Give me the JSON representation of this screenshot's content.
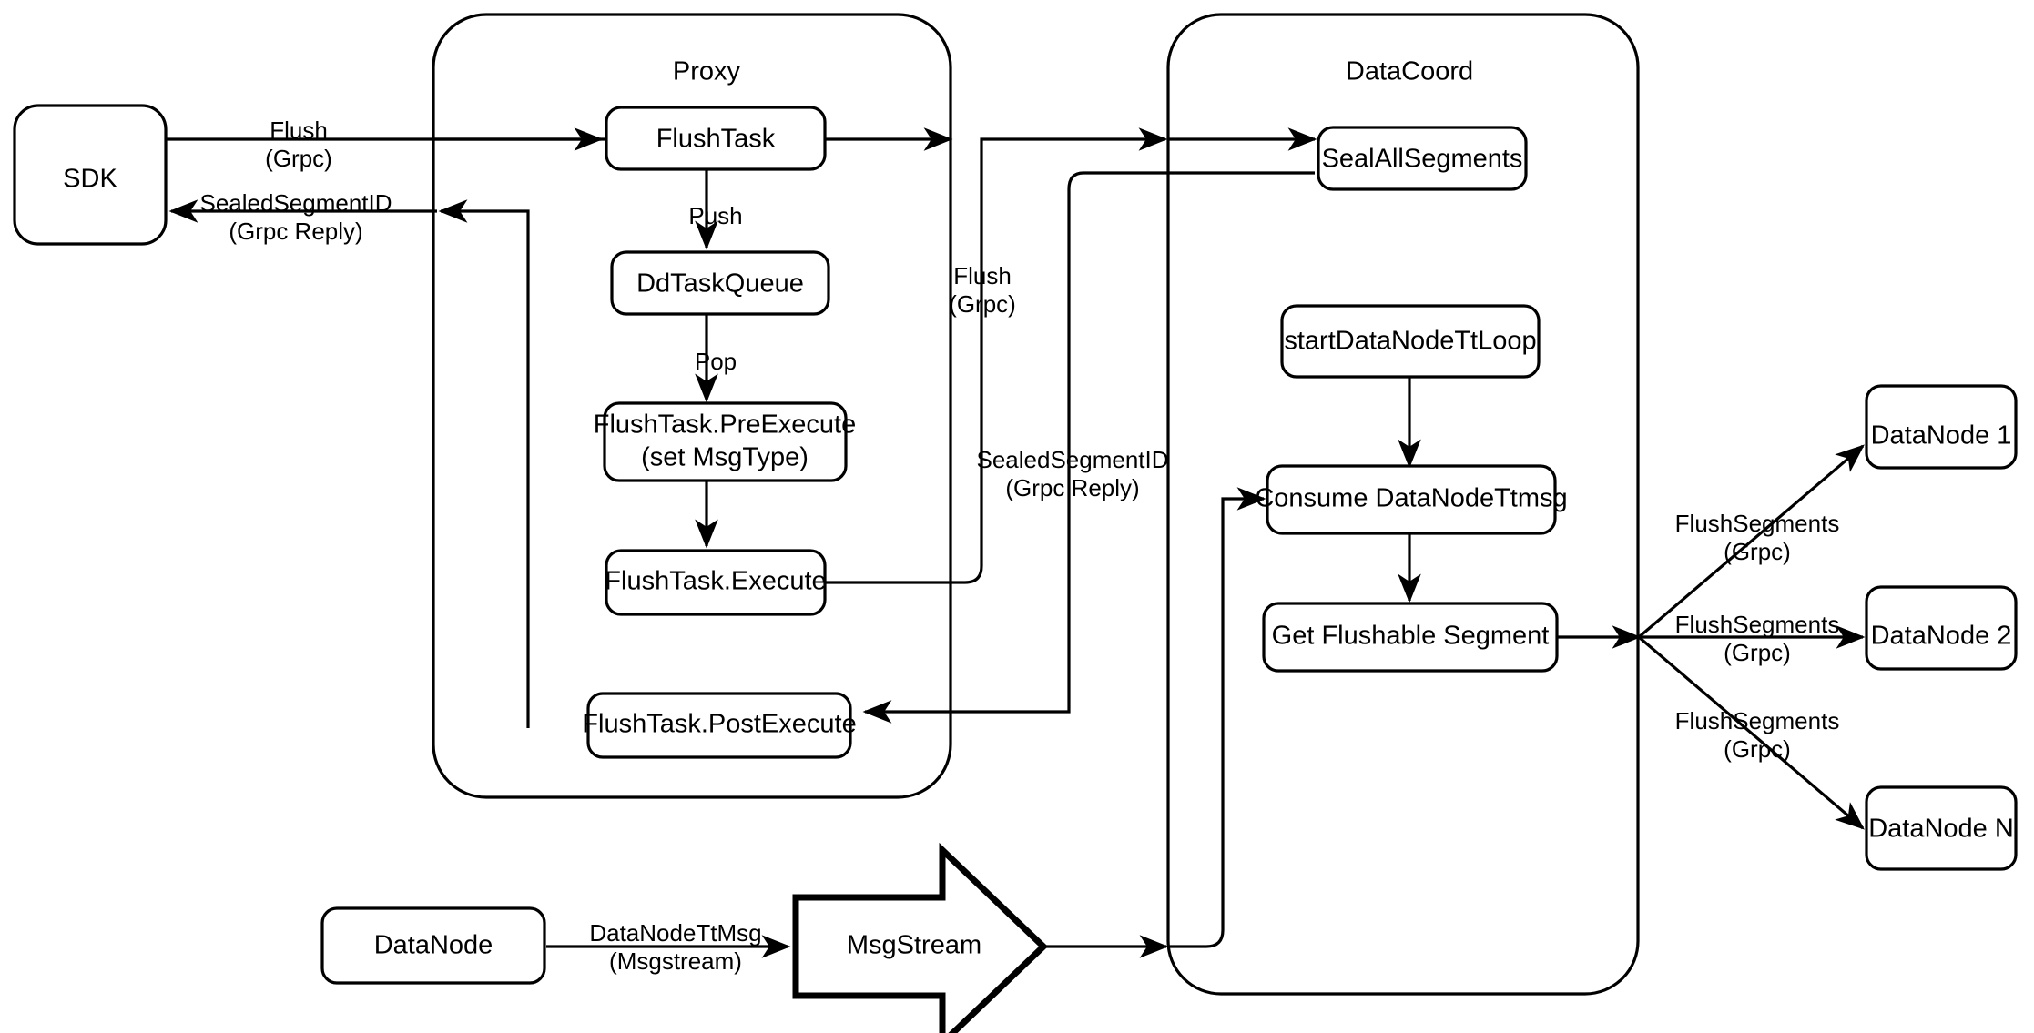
{
  "diagram": {
    "title": "Milvus Flush Sequence Architecture",
    "background_color": "#ffffff",
    "stroke_color": "#000000"
  },
  "groups": [
    {
      "id": "proxy",
      "label": "Proxy"
    },
    {
      "id": "datacoord",
      "label": "DataCoord"
    }
  ],
  "nodes": {
    "sdk": {
      "label": "SDK"
    },
    "flush_task": {
      "label": "FlushTask"
    },
    "dd_task_queue": {
      "label": "DdTaskQueue"
    },
    "pre_execute_line1": {
      "label": "FlushTask.PreExecute"
    },
    "pre_execute_line2": {
      "label": "(set MsgType)"
    },
    "execute": {
      "label": "FlushTask.Execute"
    },
    "post_execute": {
      "label": "FlushTask.PostExecute"
    },
    "seal_all_segments": {
      "label": "SealAllSegments"
    },
    "start_tt_loop": {
      "label": "startDataNodeTtLoop"
    },
    "consume_ttmsg": {
      "label": "Consume DataNodeTtmsg"
    },
    "get_flushable": {
      "label": "Get Flushable Segment"
    },
    "datanode_src": {
      "label": "DataNode"
    },
    "msgstream": {
      "label": "MsgStream"
    },
    "datanode_1": {
      "label": "DataNode 1"
    },
    "datanode_2": {
      "label": "DataNode 2"
    },
    "datanode_n": {
      "label": "DataNode N"
    }
  },
  "edge_labels": {
    "sdk_to_proxy_l1": "Flush",
    "sdk_to_proxy_l2": "(Grpc)",
    "proxy_to_sdk_l1": "SealedSegmentID",
    "proxy_to_sdk_l2": "(Grpc Reply)",
    "push": "Push",
    "pop": "Pop",
    "proxy_to_coord_l1": "Flush",
    "proxy_to_coord_l2": "(Grpc)",
    "coord_to_proxy_l1": "SealedSegmentID",
    "coord_to_proxy_l2": "(Grpc Reply)",
    "datanode_ttmsg_l1": "DataNodeTtMsg",
    "datanode_ttmsg_l2": "(Msgstream)",
    "flush_seg_1_l1": "FlushSegments",
    "flush_seg_1_l2": "(Grpc)",
    "flush_seg_2_l1": "FlushSegments",
    "flush_seg_2_l2": "(Grpc)",
    "flush_seg_n_l1": "FlushSegments",
    "flush_seg_n_l2": "(Grpc)"
  }
}
